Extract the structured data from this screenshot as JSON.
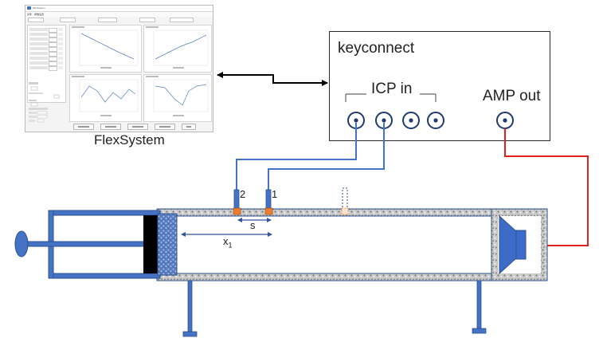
{
  "flexsystem": {
    "label": "FlexSystem",
    "window_title": "FlexSystem",
    "menu_items": [
      "文件",
      "参数设置"
    ]
  },
  "keyconnect": {
    "title": "keyconnect",
    "input_label": "ICP in",
    "output_label": "AMP out"
  },
  "tube": {
    "mic_labels": [
      "2",
      "1"
    ],
    "spacing_label": "s",
    "distance_label": "x",
    "distance_subscript": "1"
  },
  "colors": {
    "tube_fill": "#4472c4",
    "tube_border": "#2f528f",
    "mic_cable": "#4472c4",
    "output_cable": "#e02020",
    "mic_marker": "#ed7d31",
    "sample_block": "#000000",
    "horn": "#3d6cc8"
  }
}
